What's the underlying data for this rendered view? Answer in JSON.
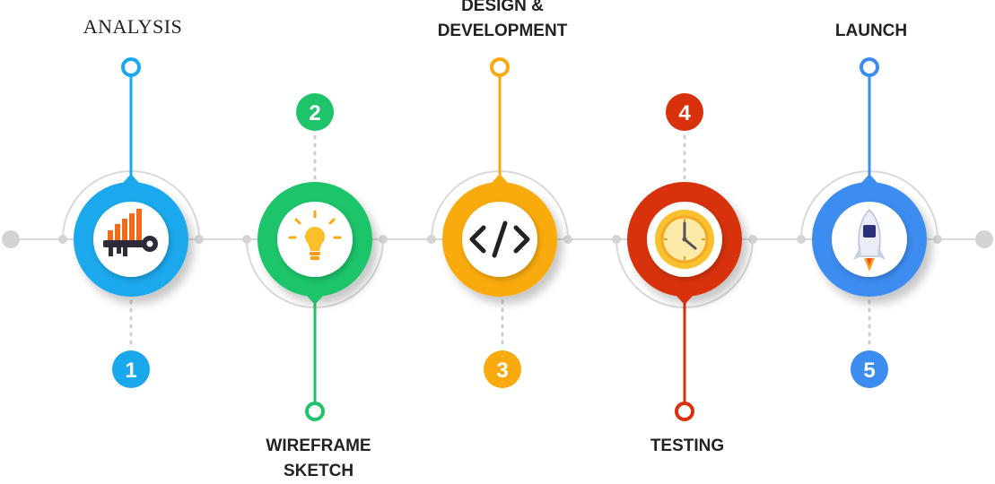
{
  "steps": [
    {
      "number": "1",
      "label": "ANALYSIS",
      "icon": "key-chart-icon",
      "color": "#1aa8ec"
    },
    {
      "number": "2",
      "label": "WIREFRAME\nSKETCH",
      "icon": "lightbulb-icon",
      "color": "#1fc46a"
    },
    {
      "number": "3",
      "label": "DESIGN &\nDEVELOPMENT",
      "icon": "code-icon",
      "color": "#f9aa0c"
    },
    {
      "number": "4",
      "label": "TESTING",
      "icon": "clock-icon",
      "color": "#d8310c"
    },
    {
      "number": "5",
      "label": "LAUNCH",
      "icon": "rocket-icon",
      "color": "#3d8cf0"
    }
  ],
  "colors": {
    "connector": "#d9d9d9",
    "end_dot": "#d4d4d4",
    "dark_ink": "#2e2a3a"
  }
}
